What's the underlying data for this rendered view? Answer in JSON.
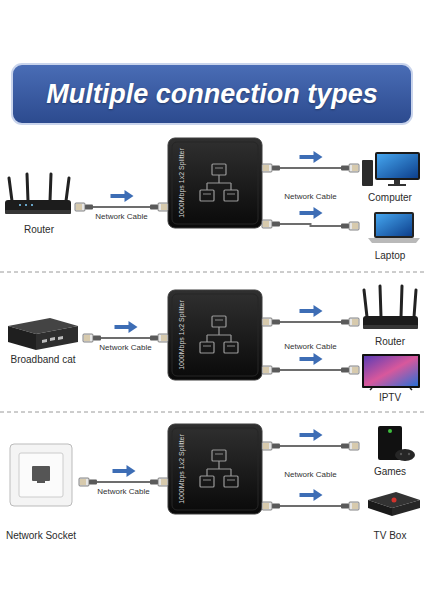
{
  "diagram": {
    "title": "Multiple connection types",
    "nodes": [
      {
        "text": [
          "Router"
        ]
      },
      {
        "text": [
          "1000Mbps 1x2 Splitter"
        ]
      },
      {
        "text": [
          "Computer"
        ]
      },
      {
        "text": [
          "Laptop"
        ]
      },
      {
        "text": [
          "Broadband cat"
        ]
      },
      {
        "text": [
          "1000Mbps 1x2 Splitter"
        ]
      },
      {
        "text": [
          "Router"
        ]
      },
      {
        "text": [
          "IPTV"
        ]
      },
      {
        "text": [
          "Network Socket"
        ]
      },
      {
        "text": [
          "1000Mbps 1x2 Splitter"
        ]
      },
      {
        "text": [
          "Games"
        ]
      },
      {
        "text": [
          "TV Box"
        ]
      }
    ],
    "edges": [
      {
        "from": 0,
        "to": 1,
        "label": "Network Cable",
        "arrow": "to"
      },
      {
        "from": 1,
        "to": 2,
        "label": "Network Cable",
        "arrow": "to"
      },
      {
        "from": 1,
        "to": 3,
        "arrow": "to"
      },
      {
        "from": 4,
        "to": 5,
        "label": "Network Cable",
        "arrow": "to"
      },
      {
        "from": 5,
        "to": 6,
        "label": "Network Cable",
        "arrow": "to"
      },
      {
        "from": 5,
        "to": 7,
        "arrow": "to"
      },
      {
        "from": 8,
        "to": 9,
        "label": "Network Cable",
        "arrow": "to"
      },
      {
        "from": 9,
        "to": 10,
        "label": "Network Cable",
        "arrow": "to"
      },
      {
        "from": 9,
        "to": 11,
        "arrow": "to"
      }
    ]
  }
}
